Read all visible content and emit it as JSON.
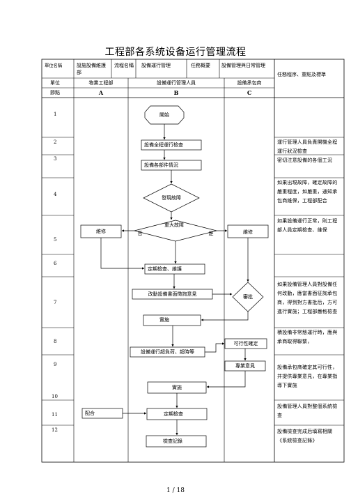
{
  "document": {
    "title": "工程部各系统设备运行管理流程",
    "page_number": "1 / 18"
  },
  "header": {
    "unit_name_label": "單位名稱",
    "unit_name_value": "設施設備維護部",
    "process_name_label": "流程名稱",
    "process_name_value": "設備運行管理",
    "task_overview_label": "任務概要",
    "task_overview_value": "設備管理與日常管理",
    "task_procedure_label": "任務程序、重點及標準",
    "unit_label": "單位",
    "unit_a": "物業工程部",
    "unit_b": "設備運行管理人員",
    "unit_c": "設備承包商",
    "node_label": "節點",
    "col_a": "A",
    "col_b": "B",
    "col_c": "C"
  },
  "rows": [
    "1",
    "2",
    "3",
    "4",
    "5",
    "6",
    "7",
    "8",
    "9",
    "10",
    "11",
    "12"
  ],
  "flow": {
    "start": "開始",
    "check_all": "設備全程運行檢查",
    "parts_status": "設備各部件情況",
    "find_fault": "發現故障",
    "major_fault": "重大故障",
    "no": "否",
    "yes": "是",
    "repair_a": "維修",
    "repair_c": "維修",
    "periodic_maint": "定期檢查、維護",
    "modify_opinion": "改動設備書面徵詢意見",
    "approve": "審批",
    "implement1": "實施",
    "feasibility": "可行性確定",
    "overload": "設備運行超負荷、超時等",
    "expert_opinion": "專業意見",
    "implement2": "實施",
    "cooperate": "配合",
    "periodic_check": "定期檢查",
    "check_record": "檢查記錄"
  },
  "notes": {
    "r2": "運行管理人員負責開機全程運行狀況檢查",
    "r3": "密切注意設備的各個工況",
    "r4": "如果出現故障，確定故障的嚴重程度，如嚴重，通知承包商維保，工程部配合",
    "r5": "如果設備運行正常，則工程部人員定期檢查、維保",
    "r7": "如果設備管理人員對設備任何改動，應當書面征詢承包商，得到對方書批后，方可進行實施；工程部嚴格檢查",
    "r8": "積設備非常態運行時，應與承商取得聯繫，",
    "r9": "設備承包商確定其可行性，并提供專業意見，在專業指導下實施",
    "r11": "設備管理人員對整個系統檢查",
    "r12": "設備檢查完成后填寫相關《系統檢查記錄》"
  }
}
